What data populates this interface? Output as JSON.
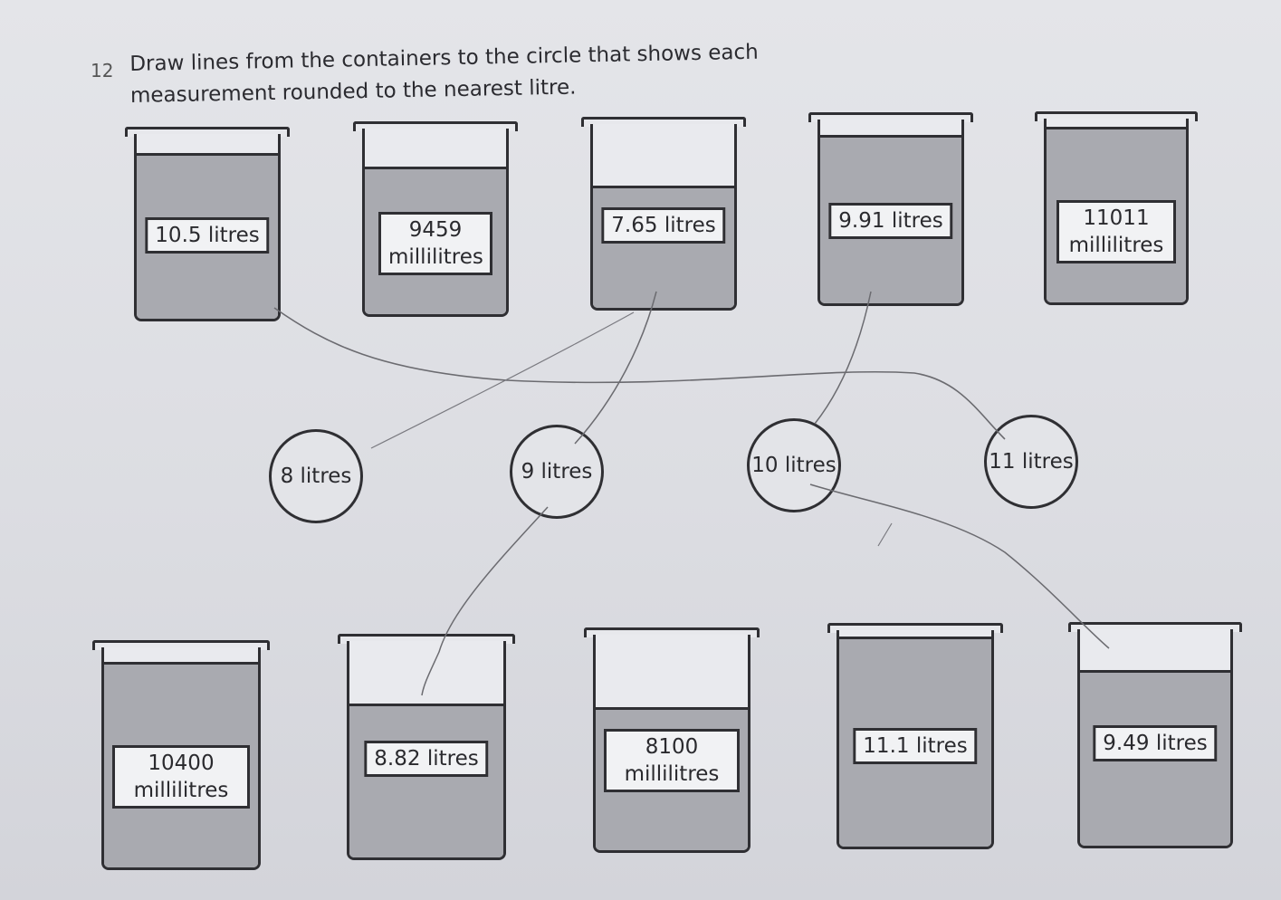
{
  "question": {
    "number": "12",
    "text": "Draw lines from the containers to the circle that shows each measurement rounded to the nearest litre."
  },
  "colors": {
    "liquid": "#a9aab0",
    "ink": "#2f2f33",
    "pencil": "#6b6b70"
  },
  "containers_top": [
    {
      "text": "10.5 litres",
      "level": 0.88
    },
    {
      "text": "9459 millilitres",
      "level": 0.78
    },
    {
      "text": "7.65 litres",
      "level": 0.65
    },
    {
      "text": "9.91 litres",
      "level": 0.9
    },
    {
      "text": "11011 millilitres",
      "level": 0.94
    }
  ],
  "circles": [
    {
      "text": "8 litres"
    },
    {
      "text": "9 litres"
    },
    {
      "text": "10 litres"
    },
    {
      "text": "11 litres"
    }
  ],
  "containers_bottom": [
    {
      "text": "10400 millilitres",
      "level": 0.92
    },
    {
      "text": "8.82 litres",
      "level": 0.7
    },
    {
      "text": "8100 millilitres",
      "level": 0.65
    },
    {
      "text": "11.1 litres",
      "level": 0.96
    },
    {
      "text": "9.49 litres",
      "level": 0.8
    }
  ]
}
